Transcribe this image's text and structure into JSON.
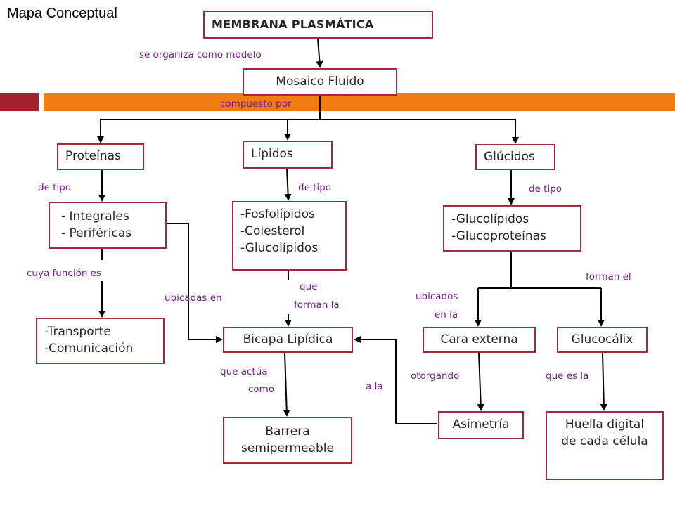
{
  "title": "Mapa Conceptual",
  "colors": {
    "box_border": "#9e2a3c",
    "label": "#7a1f8a",
    "bar_red": "#a3212f",
    "bar_orange": "#f07d0f"
  },
  "nodes": {
    "membrana": "MEMBRANA PLASMÁTICA",
    "mosaico": "Mosaico Fluido",
    "proteinas": "Proteínas",
    "lipidos": "Lípidos",
    "glucidos": "Glúcidos",
    "integrales": "- Integrales\n- Periféricas",
    "fosfolipidos": "-Fosfolípidos\n-Colesterol\n-Glucolípidos",
    "glucolipidos": "-Glucolípidos\n-Glucoproteínas",
    "transporte": "-Transporte\n-Comunicación",
    "bicapa": "Bicapa Lipídica",
    "cara_externa": "Cara externa",
    "glucocalix": "Glucocálix",
    "barrera": "Barrera\nsemipermeable",
    "asimetria": "Asimetría",
    "huella": "Huella digital\nde cada célula"
  },
  "links": {
    "se_organiza": "se organiza como modelo",
    "compuesto_por": "compuesto por",
    "de_tipo_1": "de tipo",
    "de_tipo_2": "de tipo",
    "de_tipo_3": "de tipo",
    "cuya_funcion": "cuya función es",
    "ubicadas_en": "ubicadas en",
    "que": "que",
    "forman_la": "forman la",
    "ubicados": "ubicados",
    "en_la": "en la",
    "forman_el": "forman el",
    "que_actua": "que actúa",
    "como": "como",
    "a_la": "a la",
    "otorgando": "otorgando",
    "que_es_la": "que es la"
  }
}
